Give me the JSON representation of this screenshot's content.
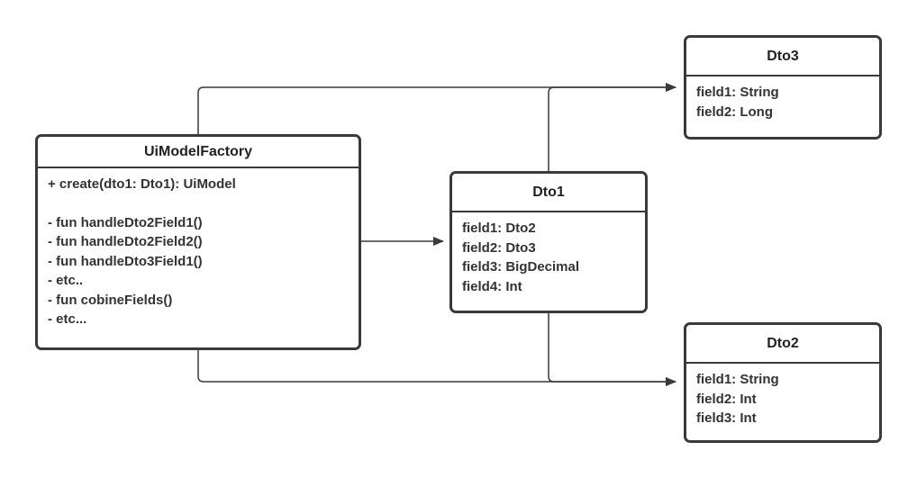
{
  "colors": {
    "border": "#3a3a3c",
    "line": "#3a3a3c",
    "text": "#333333"
  },
  "boxes": {
    "ui_model_factory": {
      "title": "UiModelFactory",
      "public_members": [
        "+ create(dto1: Dto1): UiModel"
      ],
      "private_members": [
        "- fun handleDto2Field1()",
        "- fun handleDto2Field2()",
        "- fun handleDto3Field1()",
        "- etc..",
        "- fun cobineFields()",
        "- etc..."
      ]
    },
    "dto1": {
      "title": "Dto1",
      "fields": [
        "field1: Dto2",
        "field2: Dto3",
        "field3: BigDecimal",
        "field4: Int"
      ]
    },
    "dto2": {
      "title": "Dto2",
      "fields": [
        "field1: String",
        "field2: Int",
        "field3: Int"
      ]
    },
    "dto3": {
      "title": "Dto3",
      "fields": [
        "field1: String",
        "field2: Long"
      ]
    }
  }
}
